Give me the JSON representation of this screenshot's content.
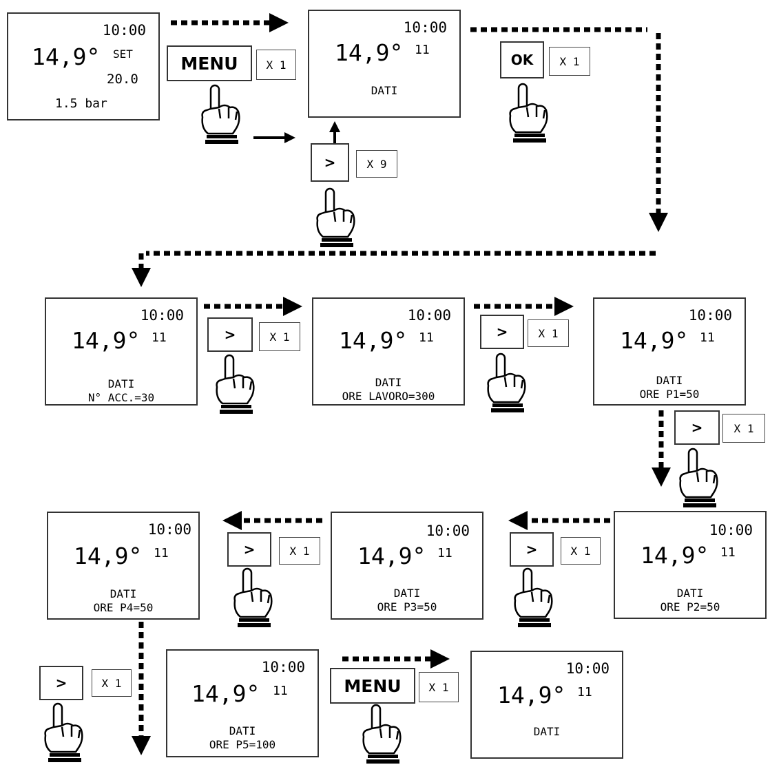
{
  "screens": [
    {
      "time": "10:00",
      "temperature": "14,9°",
      "set_label": "SET",
      "set_value": "20.0",
      "pressure": "1.5 bar"
    },
    {
      "time": "10:00",
      "temperature": "14,9°",
      "code": "11",
      "line1": "DATI"
    },
    {
      "time": "10:00",
      "temperature": "14,9°",
      "code": "11",
      "line1": "DATI",
      "line2": "N° ACC.=30"
    },
    {
      "time": "10:00",
      "temperature": "14,9°",
      "code": "11",
      "line1": "DATI",
      "line2": "ORE LAVORO=300"
    },
    {
      "time": "10:00",
      "temperature": "14,9°",
      "code": "11",
      "line1": "DATI",
      "line2": "ORE P1=50"
    },
    {
      "time": "10:00",
      "temperature": "14,9°",
      "code": "11",
      "line1": "DATI",
      "line2": "ORE P2=50"
    },
    {
      "time": "10:00",
      "temperature": "14,9°",
      "code": "11",
      "line1": "DATI",
      "line2": "ORE P3=50"
    },
    {
      "time": "10:00",
      "temperature": "14,9°",
      "code": "11",
      "line1": "DATI",
      "line2": "ORE P4=50"
    },
    {
      "time": "10:00",
      "temperature": "14,9°",
      "code": "11",
      "line1": "DATI",
      "line2": "ORE P5=100"
    },
    {
      "time": "10:00",
      "temperature": "14,9°",
      "code": "11",
      "line1": "DATI"
    }
  ],
  "buttons": [
    {
      "label": "MENU",
      "count": "X 1"
    },
    {
      "label": "OK",
      "count": "X 1"
    },
    {
      "label": ">",
      "count": "X 9"
    },
    {
      "label": ">",
      "count": "X 1"
    },
    {
      "label": ">",
      "count": "X 1"
    },
    {
      "label": ">",
      "count": "X 1"
    },
    {
      "label": ">",
      "count": "X 1"
    },
    {
      "label": ">",
      "count": "X 1"
    },
    {
      "label": ">",
      "count": "X 1"
    },
    {
      "label": "MENU",
      "count": "X 1"
    }
  ],
  "icons": {
    "hand": "pointing-hand-icon",
    "arrow": "arrow-icon"
  },
  "colors": {
    "line": "#000000",
    "border": "#333333",
    "background": "#ffffff"
  }
}
